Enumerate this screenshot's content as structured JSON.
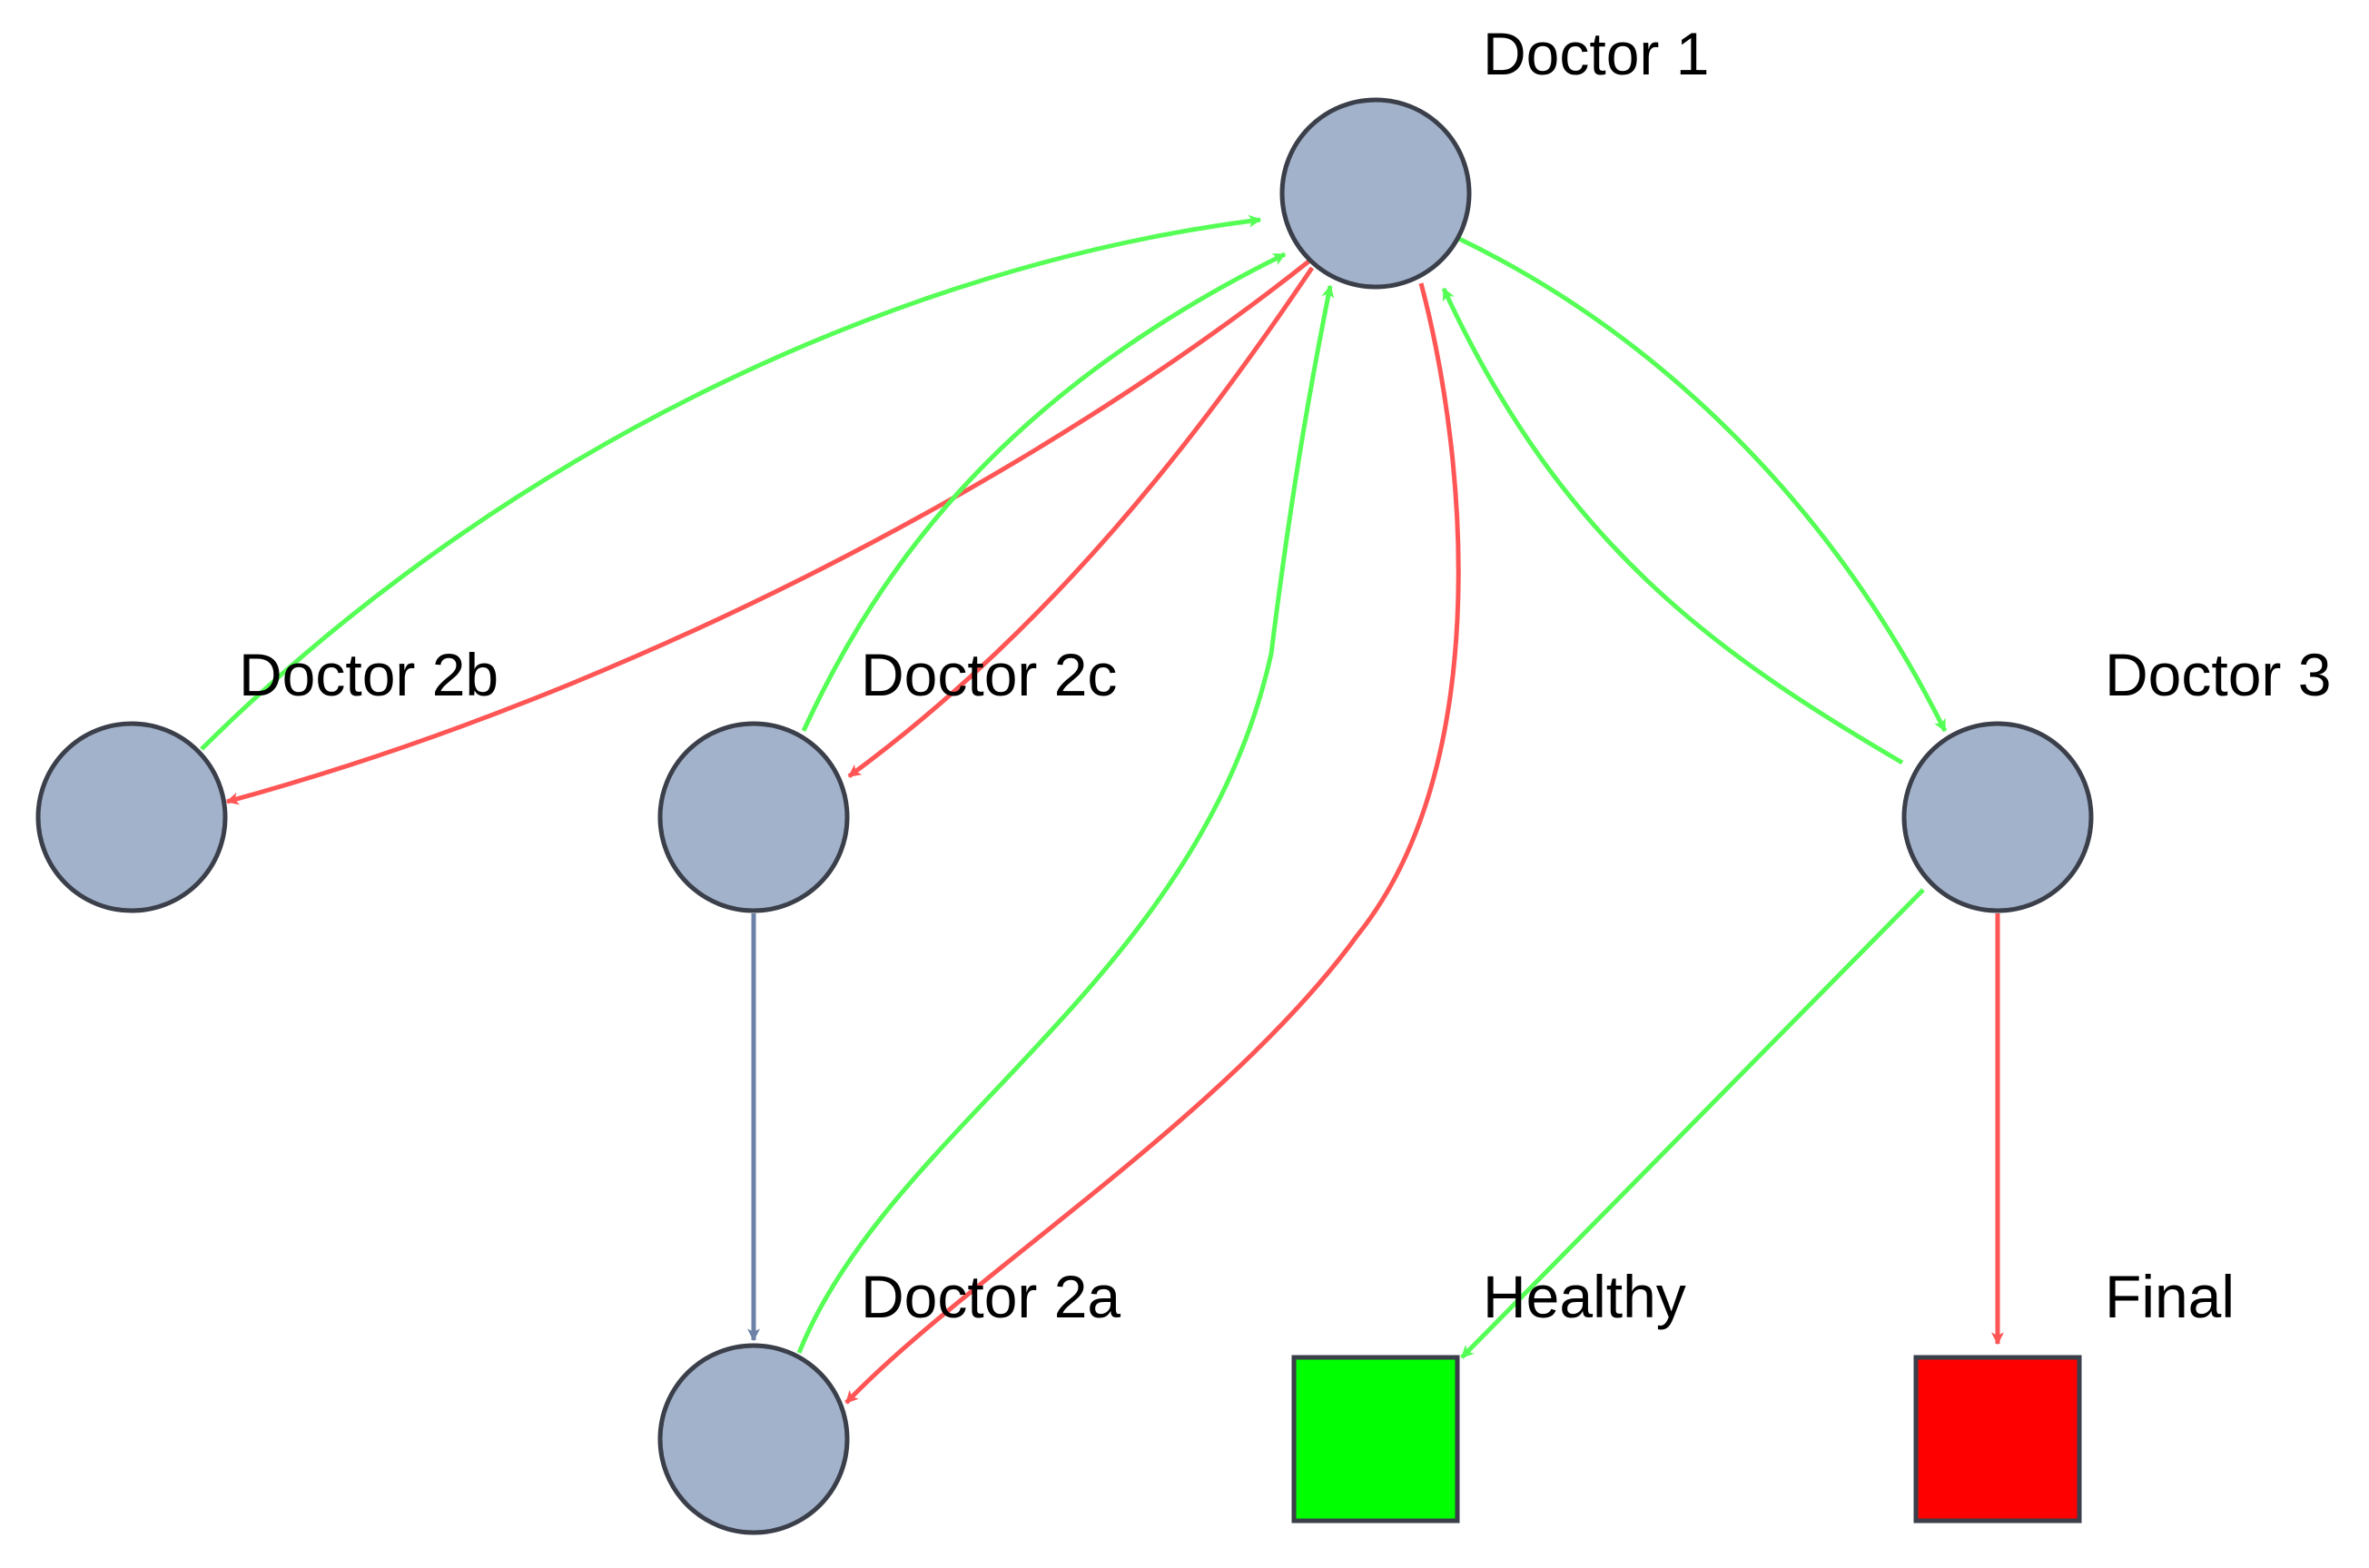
{
  "colors": {
    "node_fill": "#a3b2cb",
    "accept_edge": "#55ff55",
    "reject_edge": "#ff5555",
    "transfer_edge": "#6e82a8",
    "healthy_fill": "#00ff00",
    "final_fill": "#ff0000"
  },
  "nodes": {
    "doctor1": {
      "label": "Doctor 1",
      "shape": "circle"
    },
    "doctor2a": {
      "label": "Doctor 2a",
      "shape": "circle"
    },
    "doctor2b": {
      "label": "Doctor 2b",
      "shape": "circle"
    },
    "doctor2c": {
      "label": "Doctor 2c",
      "shape": "circle"
    },
    "doctor3": {
      "label": "Doctor 3",
      "shape": "circle"
    },
    "healthy": {
      "label": "Healthy",
      "shape": "square"
    },
    "final": {
      "label": "Final",
      "shape": "square"
    }
  },
  "edges": [
    {
      "from": "Doctor 2b",
      "to": "Doctor 1",
      "color": "green"
    },
    {
      "from": "Doctor 1",
      "to": "Doctor 2b",
      "color": "red"
    },
    {
      "from": "Doctor 2c",
      "to": "Doctor 1",
      "color": "green"
    },
    {
      "from": "Doctor 1",
      "to": "Doctor 2c",
      "color": "red"
    },
    {
      "from": "Doctor 2a",
      "to": "Doctor 1",
      "color": "green"
    },
    {
      "from": "Doctor 1",
      "to": "Doctor 2a",
      "color": "red"
    },
    {
      "from": "Doctor 1",
      "to": "Doctor 3",
      "color": "green"
    },
    {
      "from": "Doctor 3",
      "to": "Doctor 1",
      "color": "green"
    },
    {
      "from": "Doctor 2c",
      "to": "Doctor 2a",
      "color": "blue"
    },
    {
      "from": "Doctor 3",
      "to": "Healthy",
      "color": "green"
    },
    {
      "from": "Doctor 3",
      "to": "Final",
      "color": "red"
    }
  ]
}
